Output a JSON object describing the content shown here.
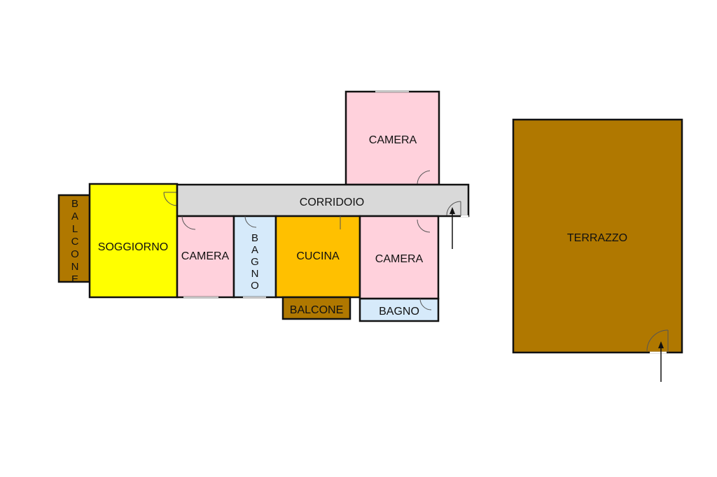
{
  "rooms": {
    "balcone_left": {
      "label": "BALCONE",
      "color": "#b07800"
    },
    "soggiorno": {
      "label": "SOGGIORNO",
      "color": "#ffff00"
    },
    "corridoio": {
      "label": "CORRIDOIO",
      "color": "#d9d9d9"
    },
    "camera_top": {
      "label": "CAMERA",
      "color": "#ffd1dc"
    },
    "camera_left": {
      "label": "CAMERA",
      "color": "#ffd1dc"
    },
    "bagno_small": {
      "label": "BAGNO",
      "color": "#d6eafa"
    },
    "cucina": {
      "label": "CUCINA",
      "color": "#ffc000"
    },
    "camera_right": {
      "label": "CAMERA",
      "color": "#ffd1dc"
    },
    "balcone_bottom": {
      "label": "BALCONE",
      "color": "#b07800"
    },
    "bagno_bottom": {
      "label": "BAGNO",
      "color": "#d6eafa"
    },
    "terrazzo": {
      "label": "TERRAZZO",
      "color": "#b07800"
    }
  },
  "icons": {
    "entrance_arrow": "arrow-up-icon",
    "terrace_arrow": "arrow-up-icon"
  }
}
